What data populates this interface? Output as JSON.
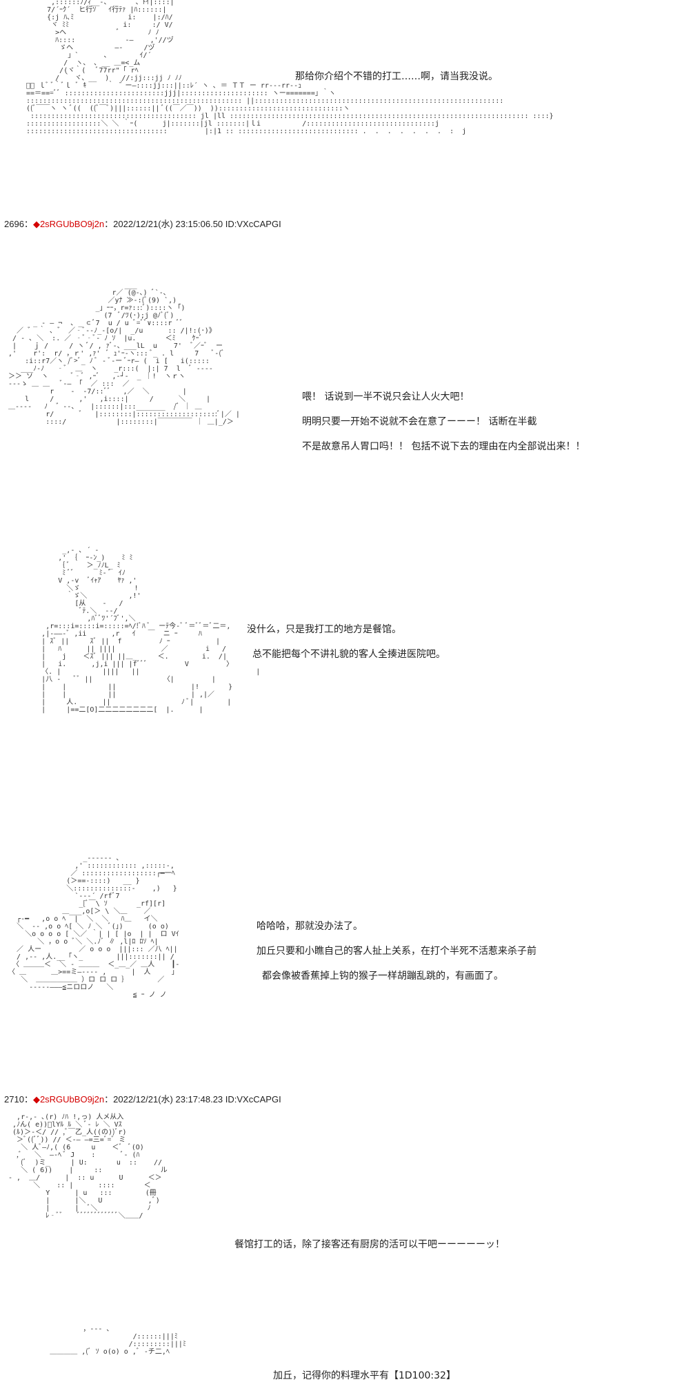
{
  "posts": [
    {
      "dialogue": [
        "那给你介绍个不错的打工……啊，请当我没说。"
      ]
    },
    {
      "header": {
        "number": "2696",
        "sep": "：",
        "mark": "◆",
        "trip": "2sRGUbBO9j2n",
        "datetime": "：2022/12/21(水) 23:15:06.50 ID:VXcCAPGI"
      },
      "dialogue": [
        "喂！  话说到一半不说只会让人火大吧！",
        "明明只要一开始不说就不会在意了ーーー！  话断在半截",
        "不是故意吊人胃口吗！！  包括不说下去的理由在内全部说出来！！"
      ]
    },
    {
      "dialogue": [
        "没什么，只是我打工的地方是餐馆。",
        "总不能把每个不讲礼貌的客人全揍进医院吧。"
      ]
    },
    {
      "dialogue": [
        "哈哈哈，那就没办法了。",
        "加丘只要和小瞧自己的客人扯上关系，在打个半死不活惹来杀子前",
        "都会像被香蕉掉上钩的猴子一样胡蹦乱跳的，有画面了。"
      ]
    },
    {
      "header": {
        "number": "2710",
        "sep": "：",
        "mark": "◆",
        "trip": "2sRGUbBO9j2n",
        "datetime": "：2022/12/21(水) 23:17:48.23 ID:VXcCAPGI"
      },
      "dialogue": [
        "餐馆打工的话，除了接客还有厨房的活可以干吧ーーーーーッ！"
      ]
    },
    {
      "dialogue": [
        "加丘，记得你的料理水平有【1D100:32】"
      ]
    }
  ]
}
